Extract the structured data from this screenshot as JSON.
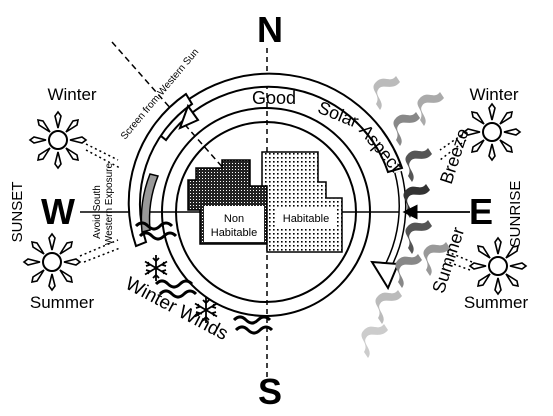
{
  "compass": {
    "north": "N",
    "south": "S",
    "east": "E",
    "west": "W"
  },
  "sides": {
    "sunset": "SUNSET",
    "sunrise": "SUNRISE"
  },
  "seasons": {
    "winter_west": "Winter",
    "summer_west": "Summer",
    "winter_east": "Winter",
    "summer_east": "Summer"
  },
  "arc_labels": {
    "good_solar_aspect": "Good Solar Aspect",
    "screen_western_sun": "Screen from Western Sun",
    "summer_breeze": "Summer Breeze",
    "winter_winds": "Winter Winds",
    "avoid_exposure": "Avoid South Western Exposure"
  },
  "zones": {
    "non_habitable": "Non Habitable",
    "habitable": "Habitable"
  },
  "colors": {
    "ink": "#000000",
    "breeze_dark": "#555555",
    "breeze_mid": "#888888",
    "breeze_light": "#bbbbbb",
    "exposure_band": "#999999"
  }
}
